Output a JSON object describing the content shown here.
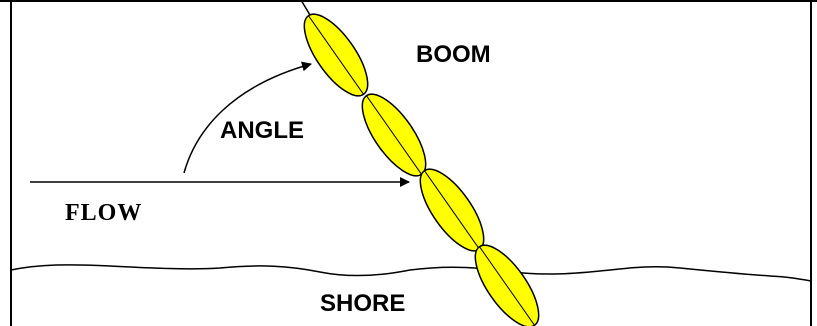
{
  "diagram": {
    "labels": {
      "boom": "BOOM",
      "angle": "ANGLE",
      "flow": "FLOW",
      "shore": "SHORE"
    },
    "colors": {
      "boom_fill": "#FFFF00",
      "stroke": "#000000",
      "frame": "#000000",
      "background": "#FFFFFF"
    },
    "boom_segment_count": 4
  }
}
